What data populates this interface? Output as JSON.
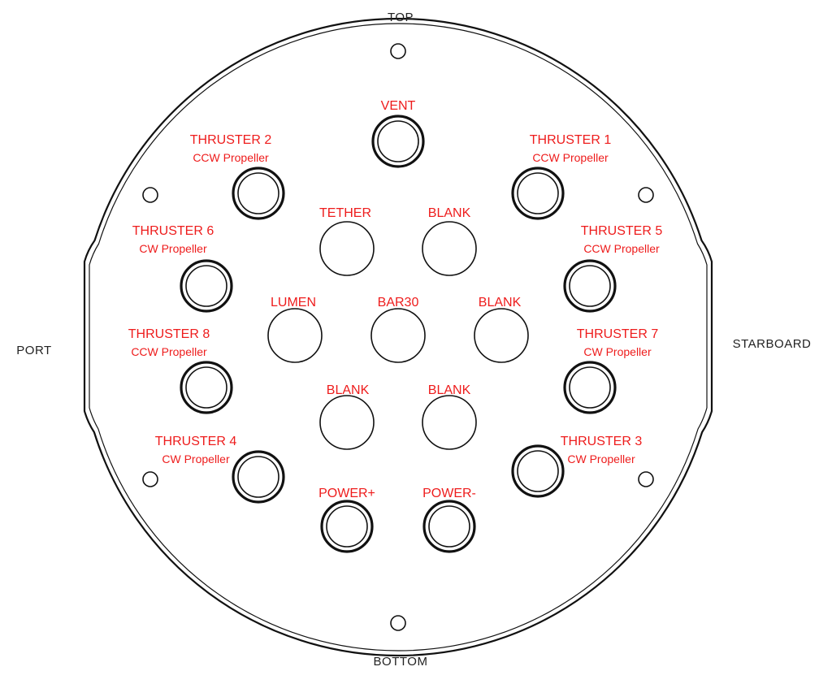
{
  "orientation": {
    "top": "TOP",
    "bottom": "BOTTOM",
    "port": "PORT",
    "starboard": "STARBOARD"
  },
  "ports": [
    {
      "id": "vent",
      "name": "VENT",
      "detail": "",
      "ring": "double"
    },
    {
      "id": "thruster-2",
      "name": "THRUSTER 2",
      "detail": "CCW Propeller",
      "ring": "double"
    },
    {
      "id": "thruster-1",
      "name": "THRUSTER 1",
      "detail": "CCW Propeller",
      "ring": "double"
    },
    {
      "id": "tether",
      "name": "TETHER",
      "detail": "",
      "ring": "single"
    },
    {
      "id": "blank-top-right",
      "name": "BLANK",
      "detail": "",
      "ring": "single"
    },
    {
      "id": "thruster-6",
      "name": "THRUSTER 6",
      "detail": "CW Propeller",
      "ring": "double"
    },
    {
      "id": "thruster-5",
      "name": "THRUSTER 5",
      "detail": "CCW Propeller",
      "ring": "double"
    },
    {
      "id": "lumen",
      "name": "LUMEN",
      "detail": "",
      "ring": "single"
    },
    {
      "id": "bar30",
      "name": "BAR30",
      "detail": "",
      "ring": "single"
    },
    {
      "id": "blank-middle-right",
      "name": "BLANK",
      "detail": "",
      "ring": "single"
    },
    {
      "id": "thruster-8",
      "name": "THRUSTER 8",
      "detail": "CCW Propeller",
      "ring": "double"
    },
    {
      "id": "thruster-7",
      "name": "THRUSTER 7",
      "detail": "CW Propeller",
      "ring": "double"
    },
    {
      "id": "blank-lower-left",
      "name": "BLANK",
      "detail": "",
      "ring": "single"
    },
    {
      "id": "blank-lower-right",
      "name": "BLANK",
      "detail": "",
      "ring": "single"
    },
    {
      "id": "thruster-4",
      "name": "THRUSTER 4",
      "detail": "CW Propeller",
      "ring": "double"
    },
    {
      "id": "thruster-3",
      "name": "THRUSTER 3",
      "detail": "CW Propeller",
      "ring": "double"
    },
    {
      "id": "power-plus",
      "name": "POWER+",
      "detail": "",
      "ring": "double"
    },
    {
      "id": "power-minus",
      "name": "POWER-",
      "detail": "",
      "ring": "double"
    }
  ],
  "colors": {
    "label": "#ee1c1c",
    "outline": "#111111",
    "background": "#ffffff"
  }
}
